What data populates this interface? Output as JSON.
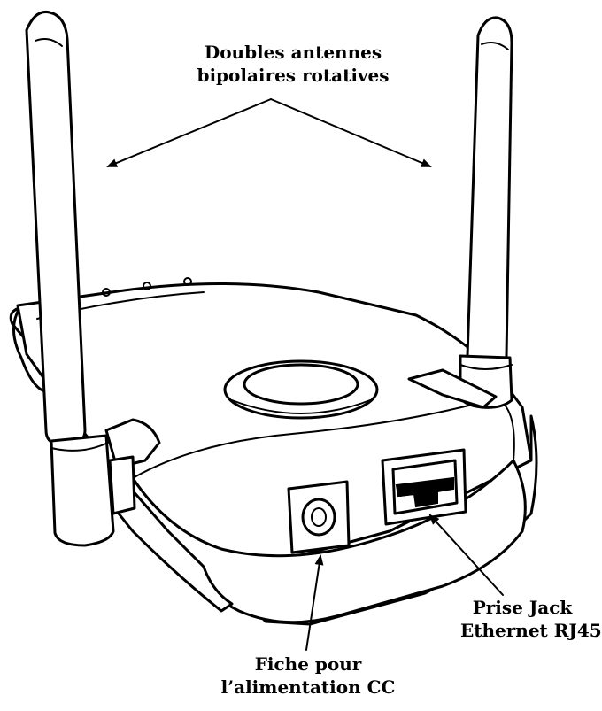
{
  "figure": {
    "labels": {
      "antennas": [
        "Doubles antennes",
        "bipolaires rotatives"
      ],
      "power": [
        "Fiche pour",
        "l’alimentation CC"
      ],
      "ethernet": [
        "Prise Jack",
        "Ethernet RJ45"
      ]
    },
    "colors": {
      "ink": "#000000",
      "paper": "#ffffff"
    }
  }
}
